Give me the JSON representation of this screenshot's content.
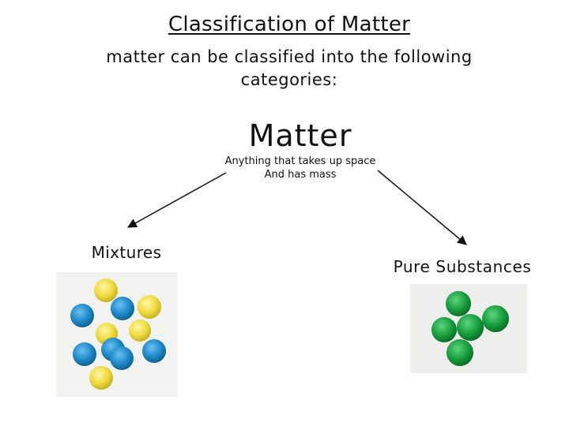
{
  "slide": {
    "title": "Classification of Matter",
    "subtitle": "matter can be classified into the following categories:"
  },
  "root": {
    "label": "Matter",
    "description_line1": "Anything that takes up space",
    "description_line2": "And has mass"
  },
  "branches": {
    "left": {
      "label": "Mixtures"
    },
    "right": {
      "label": "Pure Substances"
    }
  },
  "colors": {
    "yellow_ball": "#f2e04a",
    "blue_ball": "#1f8fd0",
    "green_ball": "#18a040",
    "arrow": "#111111"
  }
}
